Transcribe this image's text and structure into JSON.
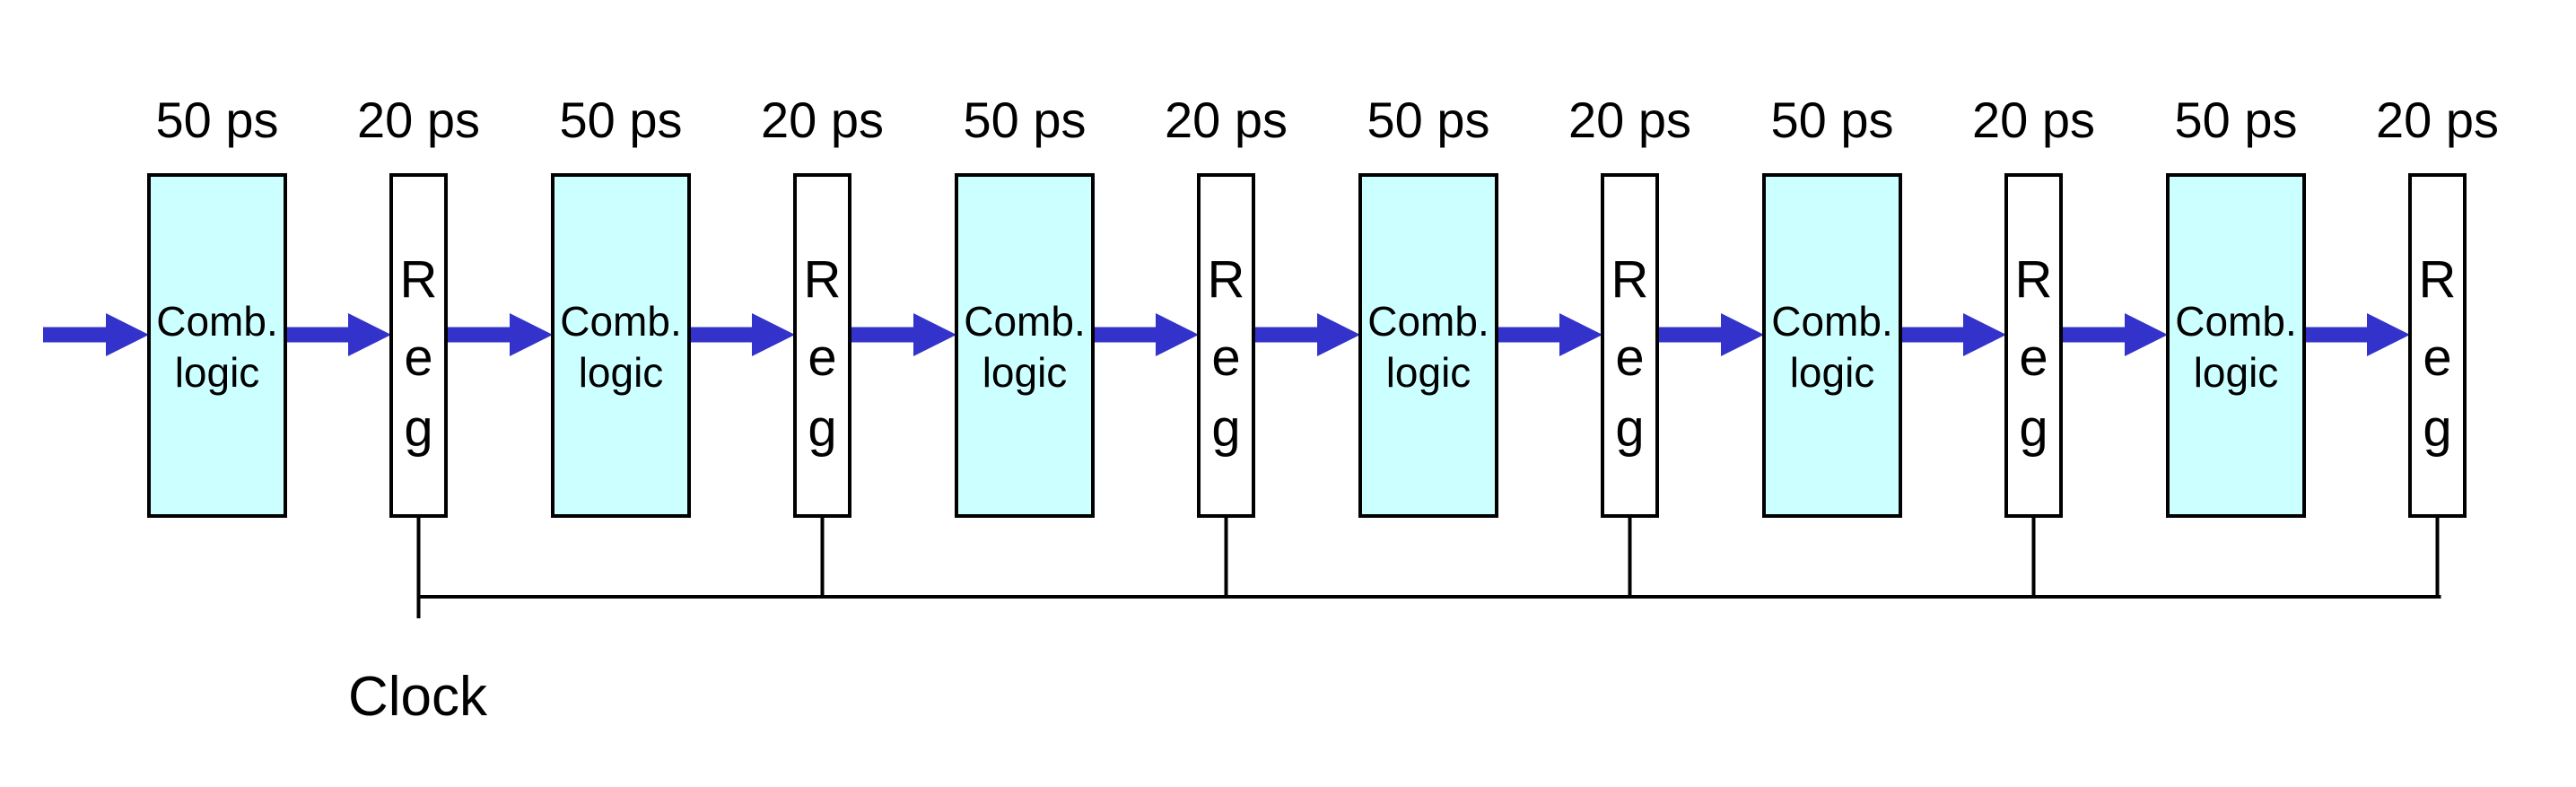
{
  "stages": [
    {
      "logic_delay": "50 ps",
      "logic_label_1": "Comb.",
      "logic_label_2": "logic",
      "reg_delay": "20 ps",
      "reg_letters": [
        "R",
        "e",
        "g"
      ]
    },
    {
      "logic_delay": "50 ps",
      "logic_label_1": "Comb.",
      "logic_label_2": "logic",
      "reg_delay": "20 ps",
      "reg_letters": [
        "R",
        "e",
        "g"
      ]
    },
    {
      "logic_delay": "50 ps",
      "logic_label_1": "Comb.",
      "logic_label_2": "logic",
      "reg_delay": "20 ps",
      "reg_letters": [
        "R",
        "e",
        "g"
      ]
    },
    {
      "logic_delay": "50 ps",
      "logic_label_1": "Comb.",
      "logic_label_2": "logic",
      "reg_delay": "20 ps",
      "reg_letters": [
        "R",
        "e",
        "g"
      ]
    },
    {
      "logic_delay": "50 ps",
      "logic_label_1": "Comb.",
      "logic_label_2": "logic",
      "reg_delay": "20 ps",
      "reg_letters": [
        "R",
        "e",
        "g"
      ]
    },
    {
      "logic_delay": "50 ps",
      "logic_label_1": "Comb.",
      "logic_label_2": "logic",
      "reg_delay": "20 ps",
      "reg_letters": [
        "R",
        "e",
        "g"
      ]
    }
  ],
  "clock_label": "Clock",
  "colors": {
    "logic_fill": "#ccffff",
    "reg_fill": "#ffffff",
    "arrow": "#3333cc",
    "stroke": "#000000"
  }
}
